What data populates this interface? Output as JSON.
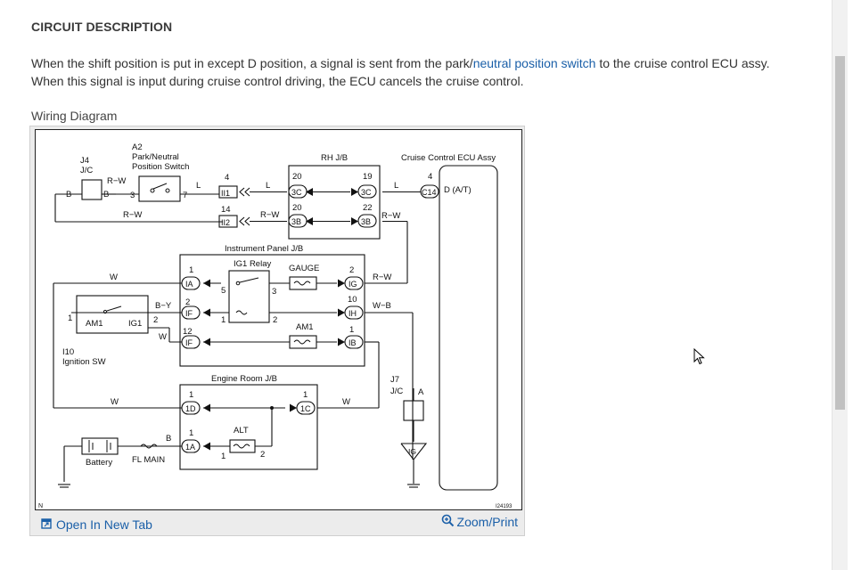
{
  "section": {
    "title": "CIRCUIT DESCRIPTION",
    "desc_part1": "When the shift position is put in except D position, a signal is sent from the park/",
    "desc_link": "neutral position switch",
    "desc_part2": " to the cruise control ECU assy.",
    "desc_line2": "When this signal is input during cruise control driving, the ECU cancels the cruise control."
  },
  "wiring": {
    "label": "Wiring Diagram",
    "open_tab": "Open In New Tab",
    "zoom": "Zoom/Print"
  },
  "diagram": {
    "j4": "J4",
    "jc": "J/C",
    "a2": "A2",
    "pn1": "Park/Neutral",
    "pn2": "Position Switch",
    "rhjb": "RH J/B",
    "ecu": "Cruise Control ECU Assy",
    "ecu_term": "D (A/T)",
    "ipjb": "Instrument Panel J/B",
    "ig1relay": "IG1 Relay",
    "gauge": "GAUGE",
    "am1fuse": "AM1",
    "am1": "AM1",
    "ig1": "IG1",
    "i10": "I10",
    "ignsw": "Ignition SW",
    "erjb": "Engine Room J/B",
    "alt": "ALT",
    "battery": "Battery",
    "flmain": "FL MAIN",
    "j7": "J7",
    "j7jc": "J/C",
    "code": "I24193",
    "n": "N",
    "rw": "R−W",
    "l": "L",
    "w": "W",
    "by": "B−Y",
    "wb": "W−B",
    "b": "B",
    "a": "A",
    "c3c": "3C",
    "c3b": "3B",
    "c14": "C14",
    "iia": "IA",
    "iif": "IF",
    "iig": "IG",
    "iih": "IH",
    "iib": "IB",
    "c1d": "1D",
    "c1c": "1C",
    "c1a": "1A",
    "ii1": "II1",
    "ii2": "II2",
    "igg": "IG",
    "n1": "1",
    "n2": "2",
    "n3": "3",
    "n4": "4",
    "n5": "5",
    "n7": "7",
    "n10": "10",
    "n12": "12",
    "n14": "14",
    "n19": "19",
    "n20": "20",
    "n22": "22"
  },
  "colors": {
    "link": "#1a5fa8",
    "text": "#333333",
    "scroll_thumb": "#c1c1c1"
  }
}
